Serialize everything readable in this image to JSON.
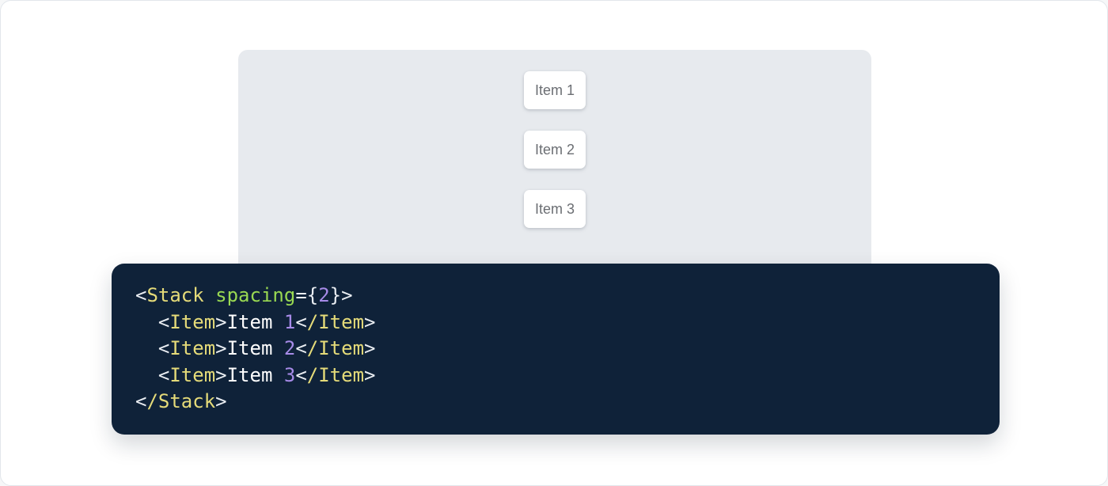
{
  "colors": {
    "page-bg": "#ffffff",
    "page-border": "#e2e6eb",
    "panel-bg": "#e7eaee",
    "card-bg": "#ffffff",
    "card-text": "#6b6e73",
    "code-bg": "#0f2239"
  },
  "demo": {
    "items": [
      {
        "label": "Item 1"
      },
      {
        "label": "Item 2"
      },
      {
        "label": "Item 3"
      }
    ]
  },
  "code": {
    "language": "jsx",
    "palette": {
      "plain": "#ffffff",
      "punct": "#e9edf2",
      "tag": "#e5db79",
      "attr": "#99d952",
      "num": "#a78be8"
    },
    "lines": [
      [
        {
          "t": "<",
          "c": "punct"
        },
        {
          "t": "Stack",
          "c": "tag"
        },
        {
          "t": " ",
          "c": "plain"
        },
        {
          "t": "spacing",
          "c": "attr"
        },
        {
          "t": "=",
          "c": "punct"
        },
        {
          "t": "{",
          "c": "punct"
        },
        {
          "t": "2",
          "c": "num"
        },
        {
          "t": "}>",
          "c": "punct"
        }
      ],
      [
        {
          "t": "  ",
          "c": "plain"
        },
        {
          "t": "<",
          "c": "punct"
        },
        {
          "t": "Item",
          "c": "tag"
        },
        {
          "t": ">",
          "c": "punct"
        },
        {
          "t": "Item ",
          "c": "plain"
        },
        {
          "t": "1",
          "c": "num"
        },
        {
          "t": "<",
          "c": "punct"
        },
        {
          "t": "/Item",
          "c": "tag"
        },
        {
          "t": ">",
          "c": "punct"
        }
      ],
      [
        {
          "t": "  ",
          "c": "plain"
        },
        {
          "t": "<",
          "c": "punct"
        },
        {
          "t": "Item",
          "c": "tag"
        },
        {
          "t": ">",
          "c": "punct"
        },
        {
          "t": "Item ",
          "c": "plain"
        },
        {
          "t": "2",
          "c": "num"
        },
        {
          "t": "<",
          "c": "punct"
        },
        {
          "t": "/Item",
          "c": "tag"
        },
        {
          "t": ">",
          "c": "punct"
        }
      ],
      [
        {
          "t": "  ",
          "c": "plain"
        },
        {
          "t": "<",
          "c": "punct"
        },
        {
          "t": "Item",
          "c": "tag"
        },
        {
          "t": ">",
          "c": "punct"
        },
        {
          "t": "Item ",
          "c": "plain"
        },
        {
          "t": "3",
          "c": "num"
        },
        {
          "t": "<",
          "c": "punct"
        },
        {
          "t": "/Item",
          "c": "tag"
        },
        {
          "t": ">",
          "c": "punct"
        }
      ],
      [
        {
          "t": "<",
          "c": "punct"
        },
        {
          "t": "/Stack",
          "c": "tag"
        },
        {
          "t": ">",
          "c": "punct"
        }
      ]
    ]
  }
}
